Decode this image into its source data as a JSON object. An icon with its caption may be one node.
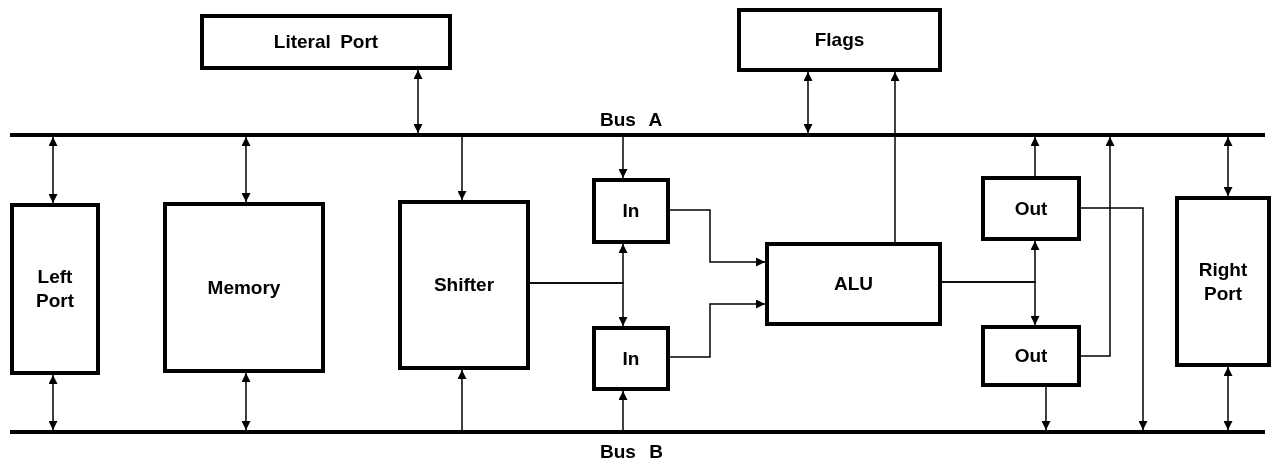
{
  "diagram": {
    "nodes": [
      {
        "text": [
          "Literal Port"
        ]
      },
      {
        "text": [
          "Flags"
        ]
      },
      {
        "text": [
          "Bus A"
        ]
      },
      {
        "text": [
          "Left Port"
        ]
      },
      {
        "text": [
          "Memory"
        ]
      },
      {
        "text": [
          "Shifter"
        ]
      },
      {
        "text": [
          "In"
        ]
      },
      {
        "text": [
          "In"
        ]
      },
      {
        "text": [
          "ALU"
        ]
      },
      {
        "text": [
          "Out"
        ]
      },
      {
        "text": [
          "Out"
        ]
      },
      {
        "text": [
          "Right Port"
        ]
      },
      {
        "text": [
          "Bus B"
        ]
      }
    ],
    "edges": [
      {
        "from": 0,
        "to": 2,
        "arrow": "both"
      },
      {
        "from": 1,
        "to": 2,
        "arrow": "both"
      },
      {
        "from": 8,
        "to": 1,
        "arrow": "to"
      },
      {
        "from": 2,
        "to": 3,
        "arrow": "both"
      },
      {
        "from": 2,
        "to": 4,
        "arrow": "both"
      },
      {
        "from": 2,
        "to": 5,
        "arrow": "to"
      },
      {
        "from": 2,
        "to": 6,
        "arrow": "to"
      },
      {
        "from": 9,
        "to": 2,
        "arrow": "to"
      },
      {
        "from": 10,
        "to": 2,
        "arrow": "to"
      },
      {
        "from": 2,
        "to": 11,
        "arrow": "both"
      },
      {
        "from": 5,
        "to": 6,
        "arrow": "to"
      },
      {
        "from": 5,
        "to": 7,
        "arrow": "to"
      },
      {
        "from": 6,
        "to": 8,
        "arrow": "to"
      },
      {
        "from": 7,
        "to": 8,
        "arrow": "to"
      },
      {
        "from": 8,
        "to": 9,
        "arrow": "to"
      },
      {
        "from": 8,
        "to": 10,
        "arrow": "to"
      },
      {
        "from": 9,
        "to": 12,
        "arrow": "to"
      },
      {
        "from": 10,
        "to": 12,
        "arrow": "to"
      },
      {
        "from": 12,
        "to": 3,
        "arrow": "both"
      },
      {
        "from": 12,
        "to": 4,
        "arrow": "both"
      },
      {
        "from": 12,
        "to": 5,
        "arrow": "to"
      },
      {
        "from": 12,
        "to": 7,
        "arrow": "to"
      },
      {
        "from": 11,
        "to": 12,
        "arrow": "both"
      }
    ]
  }
}
